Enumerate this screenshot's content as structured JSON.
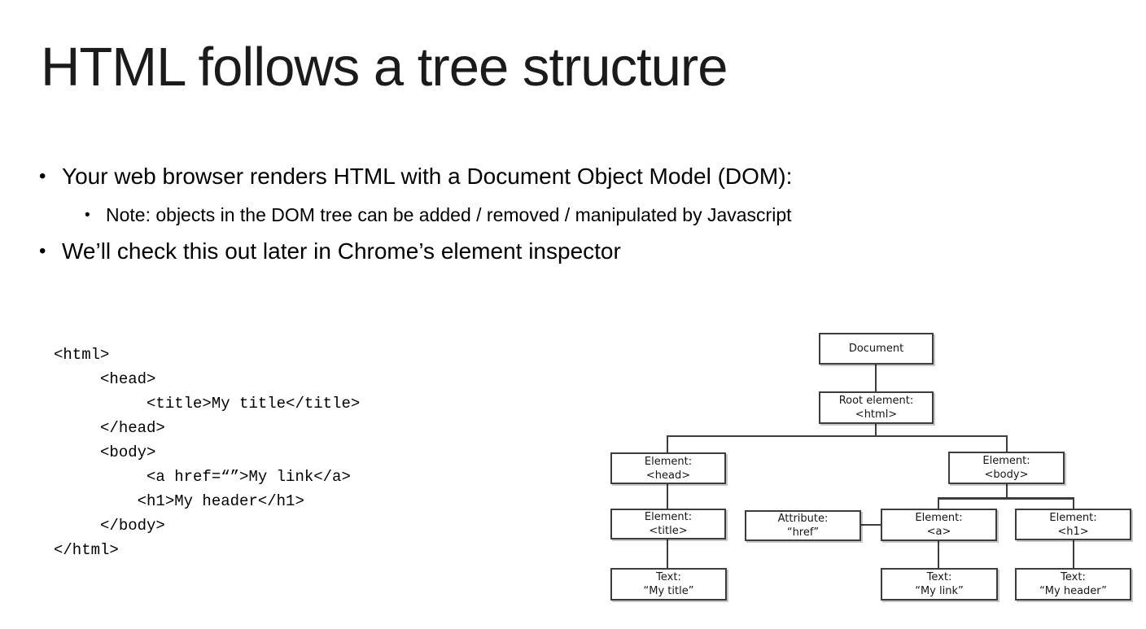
{
  "title": "HTML follows a tree structure",
  "bullets": {
    "b1": "Your web browser renders HTML with a Document Object Model (DOM):",
    "sub1": "Note: objects in the DOM tree can be added / removed / manipulated by Javascript",
    "b2": "We’ll check this out later in Chrome’s element inspector"
  },
  "code_lines": [
    "<html>",
    "     <head>",
    "          <title>My title</title>",
    "     </head>",
    "     <body>",
    "          <a href=“”>My link</a>",
    "         <h1>My header</h1>",
    "     </body>",
    "</html>"
  ],
  "diagram": {
    "nodes": {
      "document": {
        "line1": "Document"
      },
      "root": {
        "line1": "Root element:",
        "line2": "<html>"
      },
      "head": {
        "line1": "Element:",
        "line2": "<head>"
      },
      "body_el": {
        "line1": "Element:",
        "line2": "<body>"
      },
      "title_el": {
        "line1": "Element:",
        "line2": "<title>"
      },
      "attr": {
        "line1": "Attribute:",
        "line2": "“href”"
      },
      "a_el": {
        "line1": "Element:",
        "line2": "<a>"
      },
      "h1_el": {
        "line1": "Element:",
        "line2": "<h1>"
      },
      "text_title": {
        "line1": "Text:",
        "line2": "“My title”"
      },
      "text_link": {
        "line1": "Text:",
        "line2": "“My link”"
      },
      "text_header": {
        "line1": "Text:",
        "line2": "“My header”"
      }
    }
  }
}
